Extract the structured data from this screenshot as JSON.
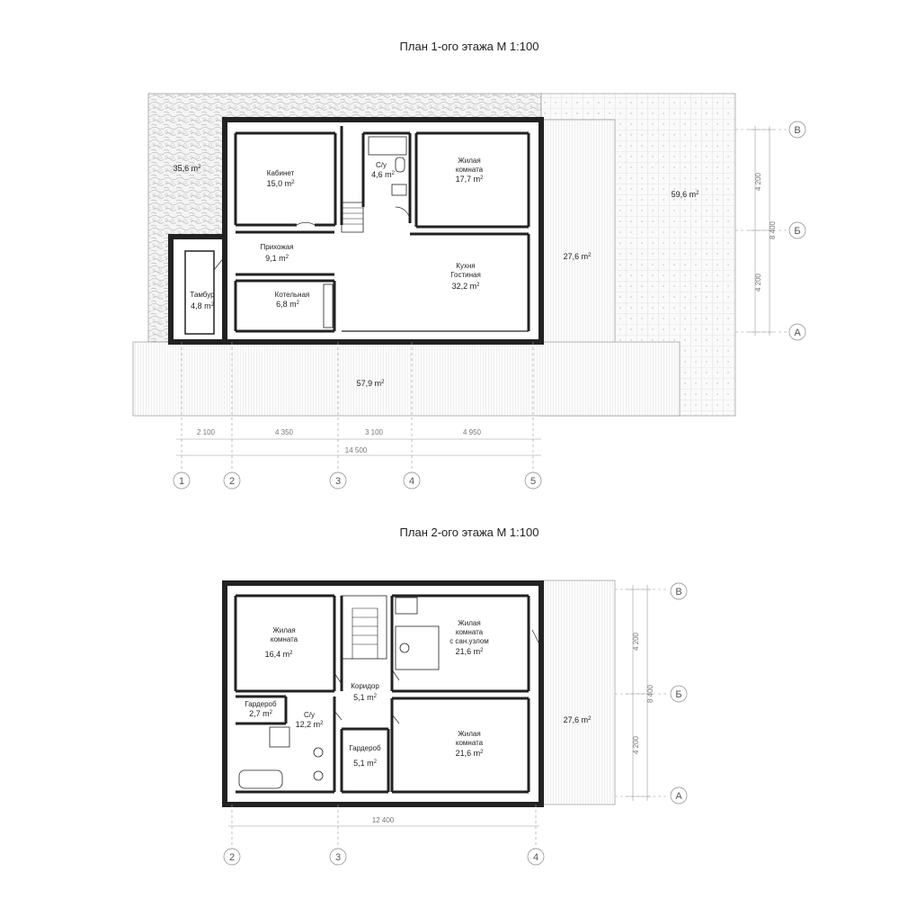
{
  "floor1": {
    "title": "План 1-ого этажа М 1:100",
    "rooms": {
      "kabinet": "Кабинет",
      "su": "С/у",
      "zhilaya1": "Жилая",
      "zhilaya2": "комната",
      "prihozhaya": "Прихожая",
      "kuhnya1": "Кухня",
      "kuhnya2": "Гостиная",
      "tambur": "Тамбур",
      "kotelnaya": "Котельная"
    },
    "areas": {
      "kabinet": "15,0 m",
      "su": "4,6 m",
      "zhilaya": "17,7 m",
      "prihozhaya": "9,1 m",
      "kuhnya": "32,2 m",
      "tambur": "4,8 m",
      "kotelnaya": "6,8 m",
      "stone": "35,6 m",
      "terrace_right": "59,6 m",
      "terrace_mid": "27,6 m",
      "terrace_front": "57,9 m"
    },
    "dims": [
      "2 100",
      "4 350",
      "3 100",
      "4 950"
    ],
    "dim_total": "14 500",
    "dims_vert": [
      "4 200",
      "4 200"
    ],
    "dim_vert_total": "8 400",
    "axes_num": [
      "1",
      "2",
      "3",
      "4",
      "5"
    ],
    "axes_let": [
      "В",
      "Б",
      "А"
    ]
  },
  "floor2": {
    "title": "План 2-ого этажа М 1:100",
    "rooms": {
      "zhilaya_a1": "Жилая",
      "zhilaya_a2": "комната",
      "zhilaya_b1": "Жилая",
      "zhilaya_b2": "комната",
      "zhilaya_b3": "с сан.узлом",
      "koridor": "Коридор",
      "garderob1": "Гардероб",
      "su": "С/у",
      "garderob2": "Гардероб",
      "zhilaya_c1": "Жилая",
      "zhilaya_c2": "комната"
    },
    "areas": {
      "zhilaya_a": "16,4 m",
      "zhilaya_b": "21,6 m",
      "koridor": "5,1 m",
      "garderob1": "2,7 m",
      "su": "12,2 m",
      "garderob2": "5,1 m",
      "zhilaya_c": "21,6 m",
      "terrace": "27,6 m"
    },
    "dim_total": "12 400",
    "dims_vert": [
      "4 200",
      "4 200"
    ],
    "dim_vert_total": "8 400",
    "axes_num": [
      "2",
      "3",
      "4"
    ],
    "axes_let": [
      "В",
      "Б",
      "А"
    ]
  },
  "superscript": "2"
}
